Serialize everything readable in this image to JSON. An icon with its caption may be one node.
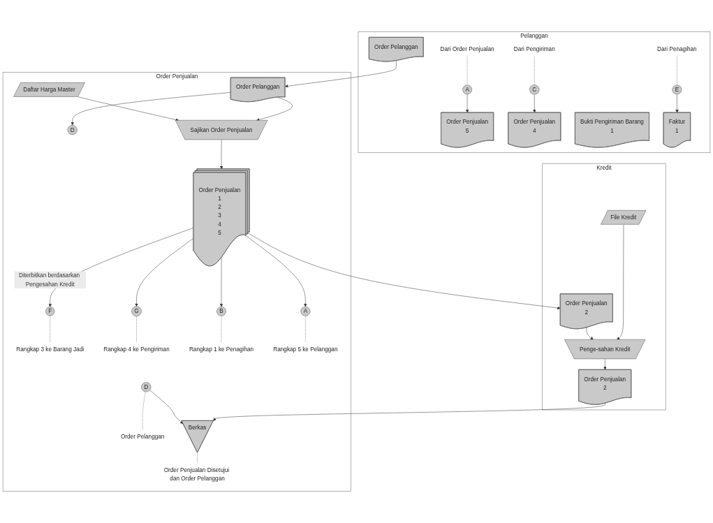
{
  "diagram": {
    "nodes": [
      {
        "text": [
          "Pelanggan"
        ]
      },
      {
        "text": [
          "Kredit"
        ]
      },
      {
        "text": [
          "Order Penjualan"
        ]
      },
      {
        "text": [
          "Order Pelanggan"
        ],
        "in": 0
      },
      {
        "text": [
          "Dari Order Penjualan"
        ],
        "in": 0
      },
      {
        "text": [
          "A"
        ],
        "in": 0
      },
      {
        "text": [
          "Order Penjualan",
          "5"
        ],
        "in": 0
      },
      {
        "text": [
          "Dari Pengiriman"
        ],
        "in": 0
      },
      {
        "text": [
          "C"
        ],
        "in": 0
      },
      {
        "text": [
          "Order Penjualan",
          "4"
        ],
        "in": 0
      },
      {
        "text": [
          "Bukti Pengiriman Barang",
          "1"
        ],
        "in": 0
      },
      {
        "text": [
          "Dari Penagihan"
        ],
        "in": 0
      },
      {
        "text": [
          "E"
        ],
        "in": 0
      },
      {
        "text": [
          "Faktur",
          "1"
        ],
        "in": 0
      },
      {
        "text": [
          "File Kredit"
        ],
        "in": 1
      },
      {
        "text": [
          "Order Penjualan",
          "2"
        ],
        "in": 1
      },
      {
        "text": [
          "Penge-sahan Kredit"
        ],
        "in": 1
      },
      {
        "text": [
          "Order Penjualan",
          "2"
        ],
        "in": 1
      },
      {
        "text": [
          "Order Pelanggan"
        ],
        "in": 2
      },
      {
        "text": [
          "D"
        ],
        "in": 2
      },
      {
        "text": [
          "Sajikan Order Penjualan"
        ],
        "in": 2
      },
      {
        "text": [
          "Daftar Harga Master"
        ],
        "in": 2
      },
      {
        "text": [
          "Order Penjualan",
          "1",
          "2",
          "3",
          "4",
          "5"
        ],
        "in": 2
      },
      {
        "text": [
          "F"
        ],
        "in": 2
      },
      {
        "text": [
          "Rangkap 3 ke Barang Jadi"
        ],
        "in": 2
      },
      {
        "text": [
          "G"
        ],
        "in": 2
      },
      {
        "text": [
          "Rangkap 4 ke Pengiriman"
        ],
        "in": 2
      },
      {
        "text": [
          "B"
        ],
        "in": 2
      },
      {
        "text": [
          "Rangkap 1 ke Penagihan"
        ],
        "in": 2
      },
      {
        "text": [
          "A"
        ],
        "in": 2
      },
      {
        "text": [
          "Rangkap 5 ke Pelanggan"
        ],
        "in": 2
      },
      {
        "text": [
          "D"
        ],
        "in": 2
      },
      {
        "text": [
          "Order Pelanggan"
        ],
        "in": 2
      },
      {
        "text": [
          "Berkas"
        ],
        "in": 2
      },
      {
        "text": [
          "Order Penjualan Disetujui dan Order Pelanggan"
        ],
        "in": 2
      }
    ],
    "edges": [
      {
        "from": 3,
        "to": 18,
        "arrow": "to"
      },
      {
        "from": 18,
        "to": 19,
        "arrow": "to"
      },
      {
        "from": 18,
        "to": 20,
        "arrow": "to"
      },
      {
        "from": 21,
        "to": 20,
        "arrow": "to"
      },
      {
        "from": 20,
        "to": 22,
        "arrow": "to"
      },
      {
        "from": 22,
        "to": 23,
        "arrow": "to",
        "label": "Diterbitkan berdasarkan Pengesahan Kredit"
      },
      {
        "from": 22,
        "to": 25,
        "arrow": "to"
      },
      {
        "from": 22,
        "to": 15,
        "arrow": "to"
      },
      {
        "from": 22,
        "to": 27,
        "arrow": "to"
      },
      {
        "from": 22,
        "to": 29,
        "arrow": "to"
      },
      {
        "from": 14,
        "to": 16,
        "arrow": "to"
      },
      {
        "from": 15,
        "to": 16,
        "arrow": "to"
      },
      {
        "from": 16,
        "to": 17,
        "arrow": "to"
      },
      {
        "from": 17,
        "to": 33,
        "arrow": "to"
      },
      {
        "from": 31,
        "to": 33,
        "arrow": "to"
      },
      {
        "from": 4,
        "to": 5,
        "arrow": "none",
        "style": "dashed"
      },
      {
        "from": 5,
        "to": 6,
        "arrow": "to"
      },
      {
        "from": 7,
        "to": 8,
        "arrow": "none",
        "style": "dashed"
      },
      {
        "from": 8,
        "to": 9,
        "arrow": "to"
      },
      {
        "from": 11,
        "to": 12,
        "arrow": "none",
        "style": "dashed"
      },
      {
        "from": 12,
        "to": 13,
        "arrow": "to"
      },
      {
        "from": 23,
        "to": 24,
        "arrow": "none",
        "style": "dashed"
      },
      {
        "from": 25,
        "to": 26,
        "arrow": "none",
        "style": "dashed"
      },
      {
        "from": 27,
        "to": 28,
        "arrow": "none",
        "style": "dashed"
      },
      {
        "from": 29,
        "to": 30,
        "arrow": "none",
        "style": "dashed"
      },
      {
        "from": 31,
        "to": 32,
        "arrow": "none",
        "style": "dashed"
      },
      {
        "from": 33,
        "to": 34,
        "arrow": "none",
        "style": "dashed"
      }
    ]
  }
}
